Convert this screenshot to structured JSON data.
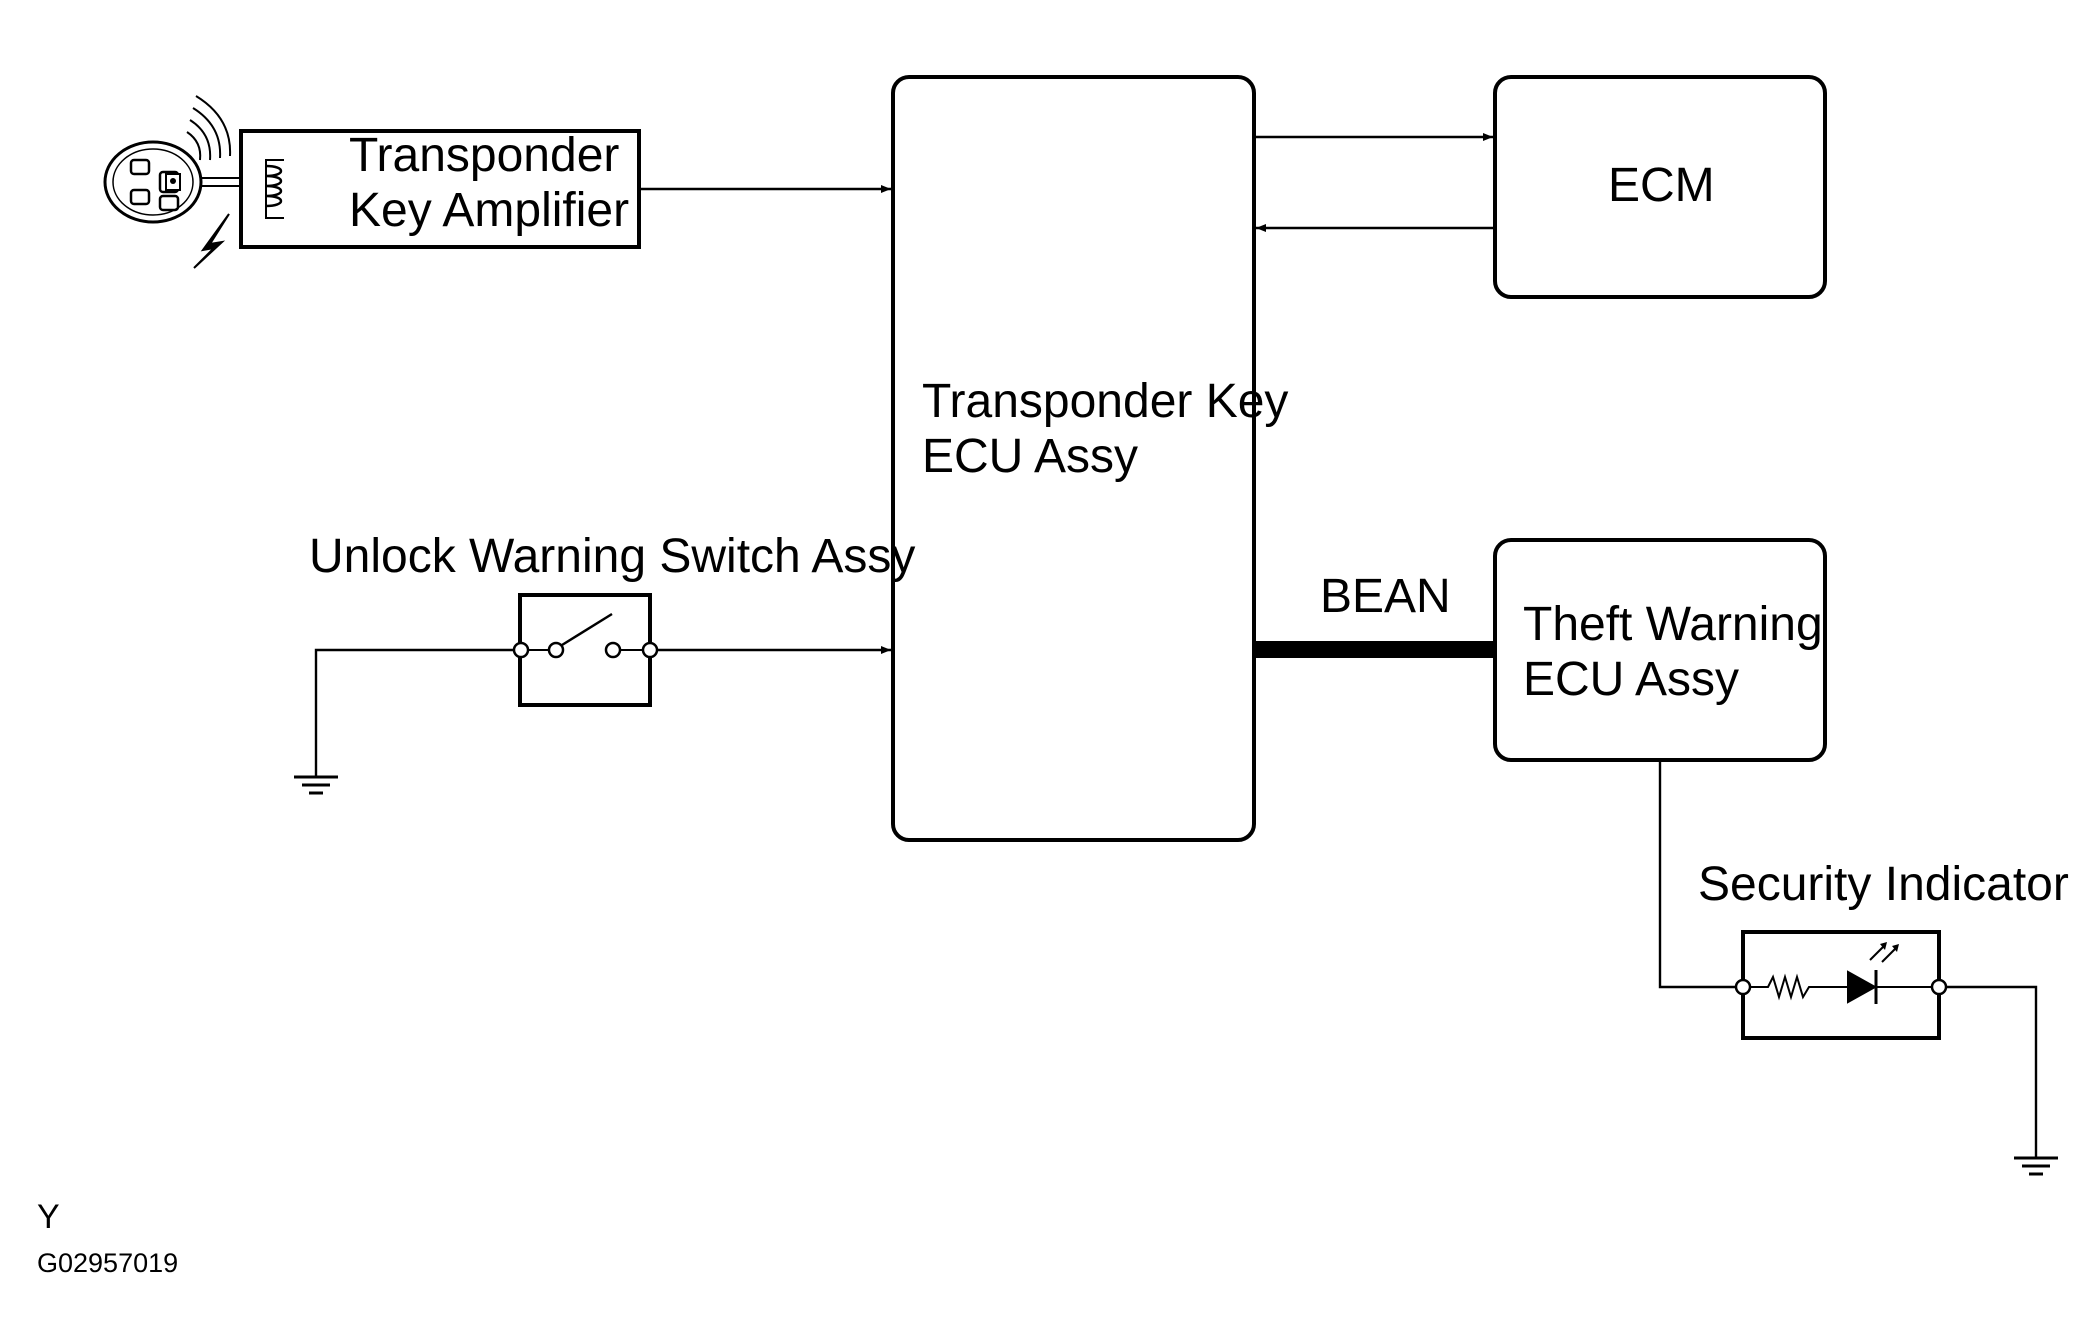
{
  "figure": {
    "code": "Y",
    "id": "G02957019"
  },
  "components": {
    "amplifier": {
      "line1": "Transponder",
      "line2": "Key Amplifier"
    },
    "main_ecu": {
      "line1": "Transponder Key",
      "line2": "ECU Assy"
    },
    "ecm": {
      "label": "ECM"
    },
    "unlock_switch": {
      "label": "Unlock Warning Switch Assy"
    },
    "theft_ecu": {
      "line1": "Theft  Warning",
      "line2": "ECU Assy"
    },
    "security_indicator": {
      "label": "Security Indicator"
    }
  },
  "connections": {
    "bean_label": "BEAN"
  },
  "icons": [
    "key-fob-icon",
    "coil-icon",
    "switch-icon",
    "resistor-icon",
    "led-icon",
    "ground-icon"
  ]
}
